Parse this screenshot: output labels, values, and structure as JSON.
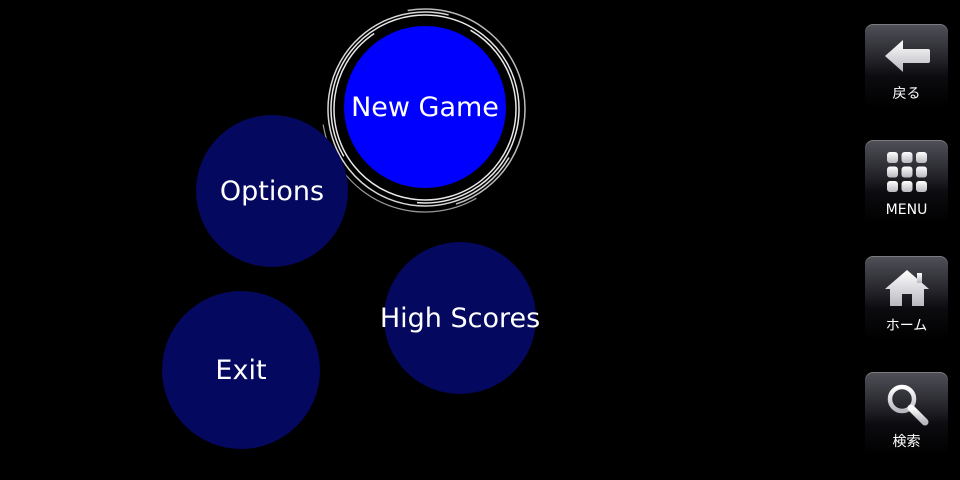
{
  "menu": {
    "new_game": "New Game",
    "options": "Options",
    "high_scores": "High Scores",
    "exit": "Exit",
    "selected": "New Game"
  },
  "sidebar": {
    "back_label": "戻る",
    "back_icon": "back-arrow-icon",
    "menu_label": "MENU",
    "menu_icon": "grid-menu-icon",
    "home_label": "ホーム",
    "home_icon": "home-icon",
    "search_label": "検索",
    "search_icon": "search-icon"
  },
  "colors": {
    "background": "#000000",
    "button": "#04085e",
    "button_selected": "#0000ff",
    "text": "#ffffff"
  }
}
